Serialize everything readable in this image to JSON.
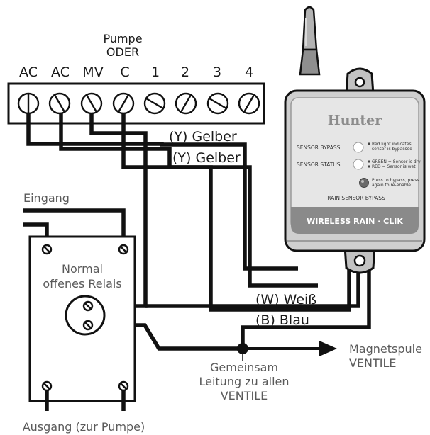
{
  "pump_label": {
    "line1": "Pumpe",
    "line2": "ODER"
  },
  "terminals": [
    "AC",
    "AC",
    "MV",
    "C",
    "1",
    "2",
    "3",
    "4"
  ],
  "wires": {
    "yellow_1": "(Y) Gelber",
    "yellow_2": "(Y) Gelber",
    "white": "(W) Weiß",
    "blue": "(B) Blau"
  },
  "relay": {
    "input_label": "Eingang",
    "name_line1": "Normal",
    "name_line2": "offenes Relais",
    "output_label": "Ausgang (zur Pumpe)"
  },
  "common": {
    "line1": "Gemeinsam",
    "line2": "Leitung zu allen",
    "line3": "VENTILE"
  },
  "valve": {
    "line1": "Magnetspule",
    "line2": "VENTILE"
  },
  "device": {
    "brand": "Hunter",
    "bypass_label": "SENSOR BYPASS",
    "bypass_note_1": "Red light indicates",
    "bypass_note_2": "sensor is bypassed",
    "status_label": "SENSOR STATUS",
    "status_note_1": "GREEN = Sensor is dry",
    "status_note_2": "RED = Sensor is wet",
    "press_note_1": "Press to bypass, press",
    "press_note_2": "again to re-enable",
    "rain_bypass_label": "RAIN SENSOR BYPASS",
    "product_name": "WIRELESS RAIN · CLIK"
  },
  "colors": {
    "wire": "#111111",
    "device_body": "#d4d4d4",
    "device_face": "#ededed",
    "device_band": "#8a8a8a",
    "antenna": "#b5b5b5"
  }
}
